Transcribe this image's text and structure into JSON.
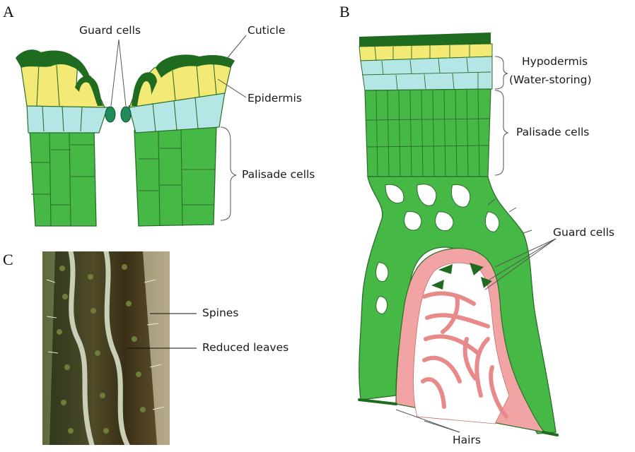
{
  "panels": {
    "a": {
      "letter": "A",
      "labels": {
        "guard_cells": "Guard cells",
        "cuticle": "Cuticle",
        "epidermis": "Epidermis",
        "palisade": "Palisade cells"
      }
    },
    "b": {
      "letter": "B",
      "labels": {
        "hypodermis_line1": "Hypodermis",
        "hypodermis_line2": "(Water-storing)",
        "palisade": "Palisade cells",
        "guard_cells": "Guard cells",
        "hairs": "Hairs"
      }
    },
    "c": {
      "letter": "C",
      "labels": {
        "spines": "Spines",
        "reduced_leaves": "Reduced leaves"
      }
    }
  },
  "colors": {
    "cuticle": "#1f6b1f",
    "epidermis": "#f2ea74",
    "hypodermis": "#b5e6e6",
    "palisade": "#45b845",
    "cell_line": "#2b6e2b",
    "guard_cell": "#1f8a5a",
    "hairs": "#f2a4a4",
    "stem_dark": "#3d3a22",
    "stem_light": "#c9cfb6"
  }
}
